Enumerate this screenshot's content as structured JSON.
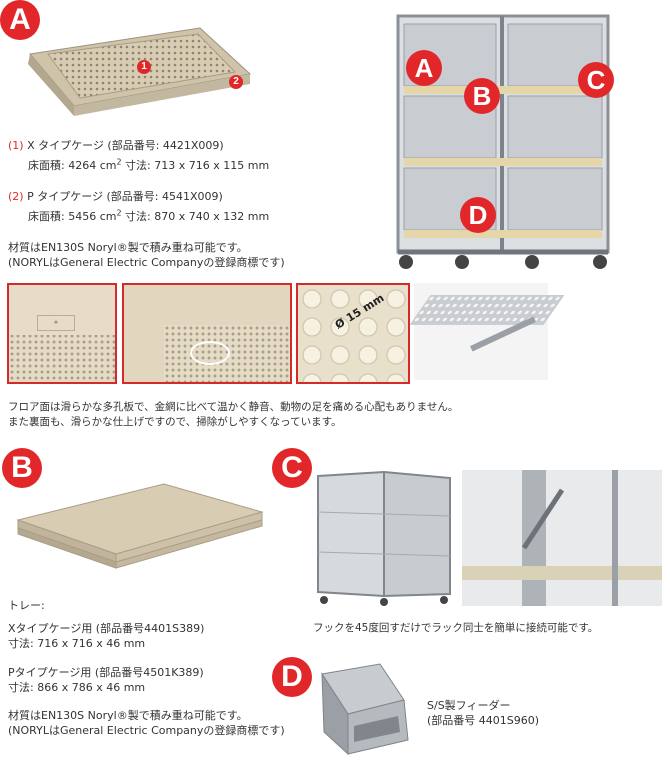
{
  "badges": {
    "a": "A",
    "b": "B",
    "c": "C",
    "d": "D"
  },
  "markers": {
    "one": "1",
    "two": "2"
  },
  "section_a": {
    "x_num": "(1)",
    "x_title": " X タイプケージ (部品番号: 4421X009)",
    "x_area_label": "床面積: 4264 cm",
    "x_area_sup": "2",
    "x_dims": " 寸法: 713 x 716 x 115 mm",
    "p_num": "(2)",
    "p_title": " P タイプケージ (部品番号: 4541X009)",
    "p_area_label": "床面積: 5456 cm",
    "p_area_sup": "2",
    "p_dims": " 寸法: 870 x 740 x 132 mm",
    "material_1": "材質はEN130S Noryl®製で積み重ね可能です。",
    "material_2": "(NORYLはGeneral Electric Companyの登録商標です)",
    "hole_label": "Ø 15 mm",
    "floor_note_1": "フロア面は滑らかな多孔板で、金網に比べて温かく静音、動物の足を痛める心配もありません。",
    "floor_note_2": "また裏面も、滑らかな仕上げですので、掃除がしやすくなっています。"
  },
  "section_b": {
    "heading": "トレー:",
    "x_use": "Xタイプケージ用 (部品番号4401S389)",
    "x_dims": "寸法:  716 x 716 x 46 mm",
    "p_use": "Pタイプケージ用 (部品番号4501K389)",
    "p_dims": "寸法:  866 x 786 x 46 mm",
    "material_1": "材質はEN130S Noryl®製で積み重ね可能です。",
    "material_2": "(NORYLはGeneral Electric Companyの登録商標です)"
  },
  "section_c": {
    "note": "フックを45度回すだけでラック同士を簡単に接続可能です。"
  },
  "section_d": {
    "feeder_1": "S/S製フィーダー",
    "feeder_2": "(部品番号 4401S960)"
  },
  "colors": {
    "accent": "#e2272b",
    "text": "#333333",
    "tray": "#d9ceb6"
  }
}
